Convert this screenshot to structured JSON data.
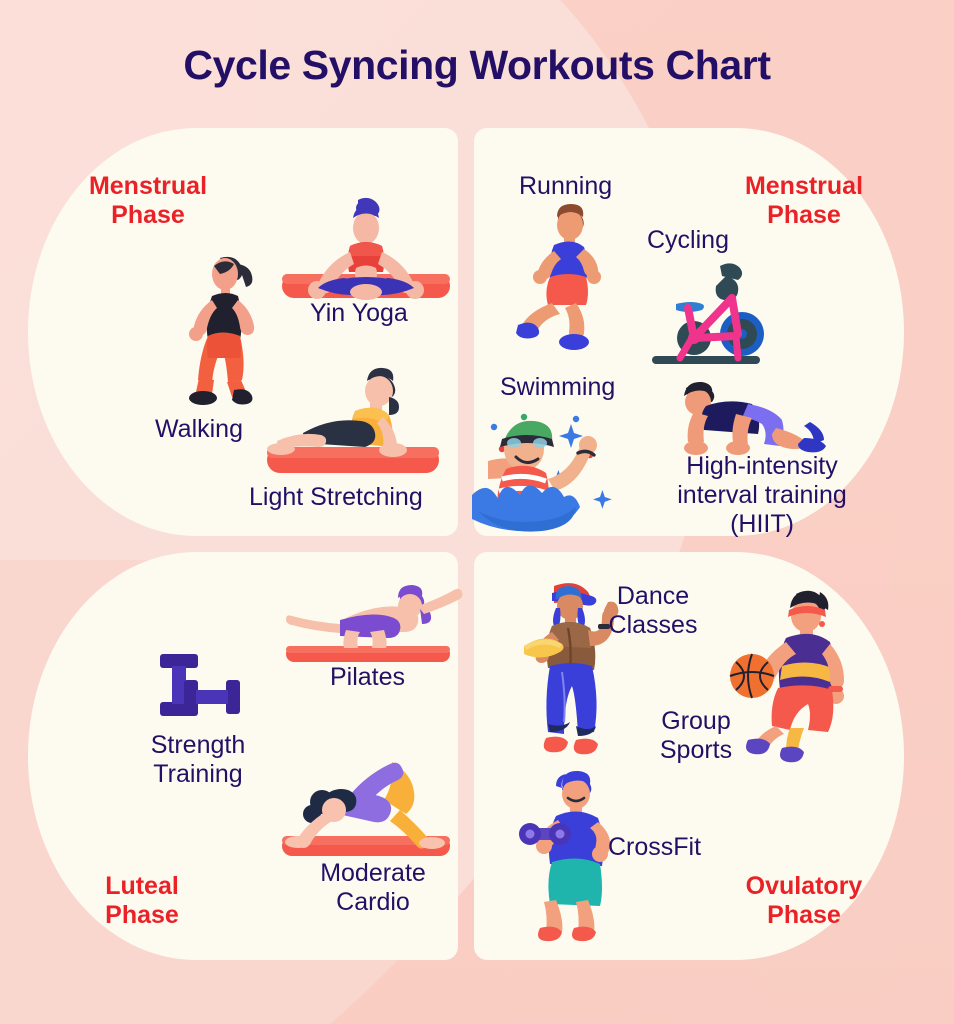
{
  "page": {
    "title": "Cycle Syncing Workouts Chart",
    "title_color": "#231066",
    "background_color": "#fbdfd8",
    "card_color": "#fdfbf0",
    "accent_red": "#ea2227",
    "label_color": "#231066"
  },
  "phases": [
    {
      "id": "menstrual-left",
      "label": "Menstrual\nPhase",
      "position": "top-left"
    },
    {
      "id": "menstrual-right",
      "label": "Menstrual\nPhase",
      "position": "top-right"
    },
    {
      "id": "luteal",
      "label": "Luteal\nPhase",
      "position": "bottom-left"
    },
    {
      "id": "ovulatory",
      "label": "Ovulatory\nPhase",
      "position": "bottom-right"
    }
  ],
  "quadrants": [
    {
      "id": "top-left",
      "phase": "Menstrual Phase",
      "workouts": [
        {
          "id": "yin-yoga",
          "label": "Yin Yoga",
          "icon": "yoga-lotus-icon"
        },
        {
          "id": "walking",
          "label": "Walking",
          "icon": "walking-woman-icon"
        },
        {
          "id": "light-stretching",
          "label": "Light Stretching",
          "icon": "cobra-stretch-icon"
        }
      ]
    },
    {
      "id": "top-right",
      "phase": "Menstrual Phase",
      "workouts": [
        {
          "id": "running",
          "label": "Running",
          "icon": "running-man-icon"
        },
        {
          "id": "cycling",
          "label": "Cycling",
          "icon": "spin-bike-icon"
        },
        {
          "id": "swimming",
          "label": "Swimming",
          "icon": "swimmer-icon"
        },
        {
          "id": "hiit",
          "label": "High-intensity\ninterval training\n(HIIT)",
          "icon": "plank-pushup-icon"
        }
      ]
    },
    {
      "id": "bottom-left",
      "phase": "Luteal Phase",
      "workouts": [
        {
          "id": "pilates",
          "label": "Pilates",
          "icon": "pilates-bird-dog-icon"
        },
        {
          "id": "strength-training",
          "label": "Strength\nTraining",
          "icon": "dumbbells-icon"
        },
        {
          "id": "moderate-cardio",
          "label": "Moderate\nCardio",
          "icon": "downward-dog-icon"
        }
      ]
    },
    {
      "id": "bottom-right",
      "phase": "Ovulatory Phase",
      "workouts": [
        {
          "id": "dance-classes",
          "label": "Dance\nClasses",
          "icon": "dancer-icon"
        },
        {
          "id": "group-sports",
          "label": "Group\nSports",
          "icon": "basketball-player-icon"
        },
        {
          "id": "crossfit",
          "label": "CrossFit",
          "icon": "dumbbell-lifter-icon"
        }
      ]
    }
  ]
}
